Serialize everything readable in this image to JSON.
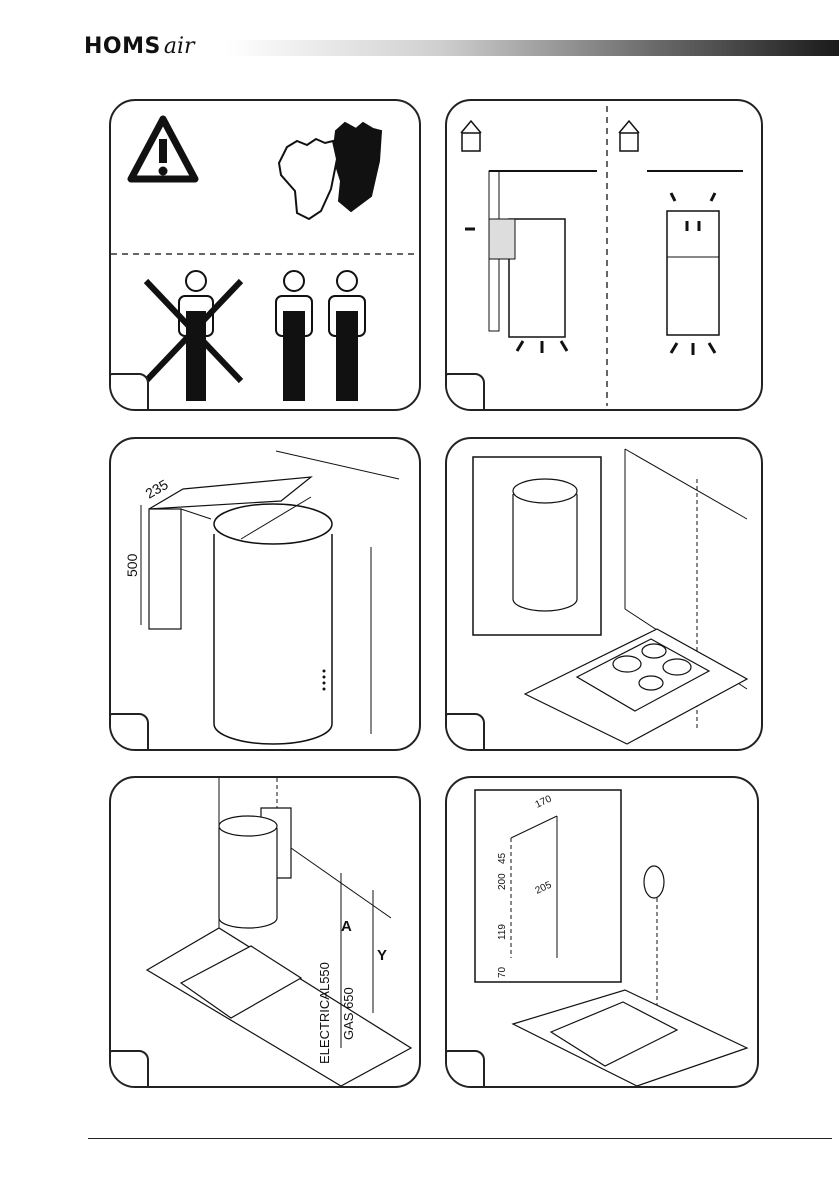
{
  "brand": {
    "main": "HOMS",
    "script": "air"
  },
  "panels": {
    "p3": {
      "dim_depth": "235",
      "dim_height": "500"
    },
    "p5": {
      "label_a": "A",
      "label_y": "Y",
      "label_electrical": "ELECTRICAL550",
      "label_gas": "GAS 650"
    },
    "p6": {
      "dim_top": "170",
      "dim_45": "45",
      "dim_200": "200",
      "dim_205": "205",
      "dim_119": "119",
      "dim_70": "70"
    }
  }
}
